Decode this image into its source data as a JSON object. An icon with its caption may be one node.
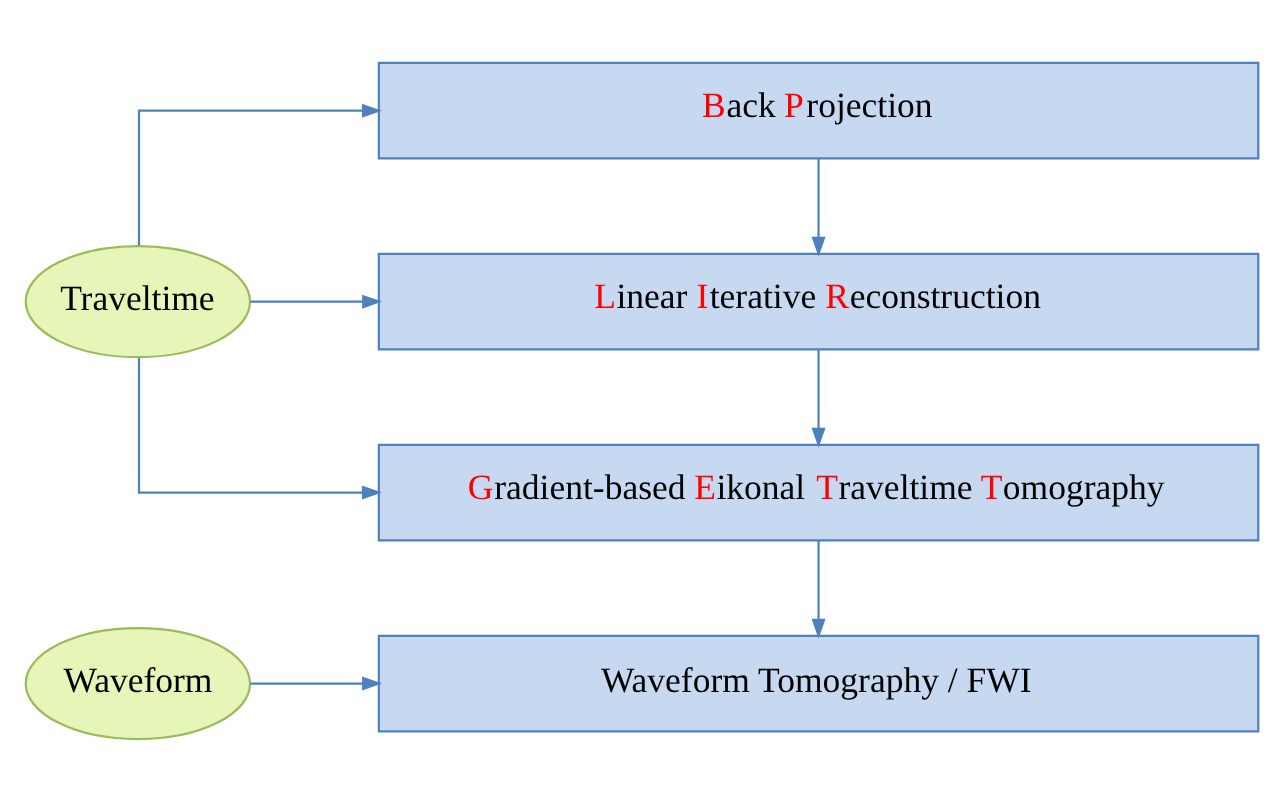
{
  "diagram": {
    "nodes": [
      {
        "text": [
          "Traveltime"
        ]
      },
      {
        "text": [
          "Back Projection"
        ]
      },
      {
        "text": [
          "Linear Iterative Reconstruction"
        ]
      },
      {
        "text": [
          "Gradient-based Eikonal Traveltime Tomography"
        ]
      },
      {
        "text": [
          "Waveform"
        ]
      },
      {
        "text": [
          "Waveform Tomography / FWI"
        ]
      }
    ],
    "edges": [
      {
        "from": 0,
        "to": 1,
        "arrow": "to"
      },
      {
        "from": 0,
        "to": 2,
        "arrow": "to"
      },
      {
        "from": 0,
        "to": 3,
        "arrow": "to"
      },
      {
        "from": 1,
        "to": 2,
        "arrow": "to"
      },
      {
        "from": 2,
        "to": 3,
        "arrow": "to"
      },
      {
        "from": 3,
        "to": 5,
        "arrow": "to"
      },
      {
        "from": 4,
        "to": 5,
        "arrow": "to"
      }
    ]
  }
}
